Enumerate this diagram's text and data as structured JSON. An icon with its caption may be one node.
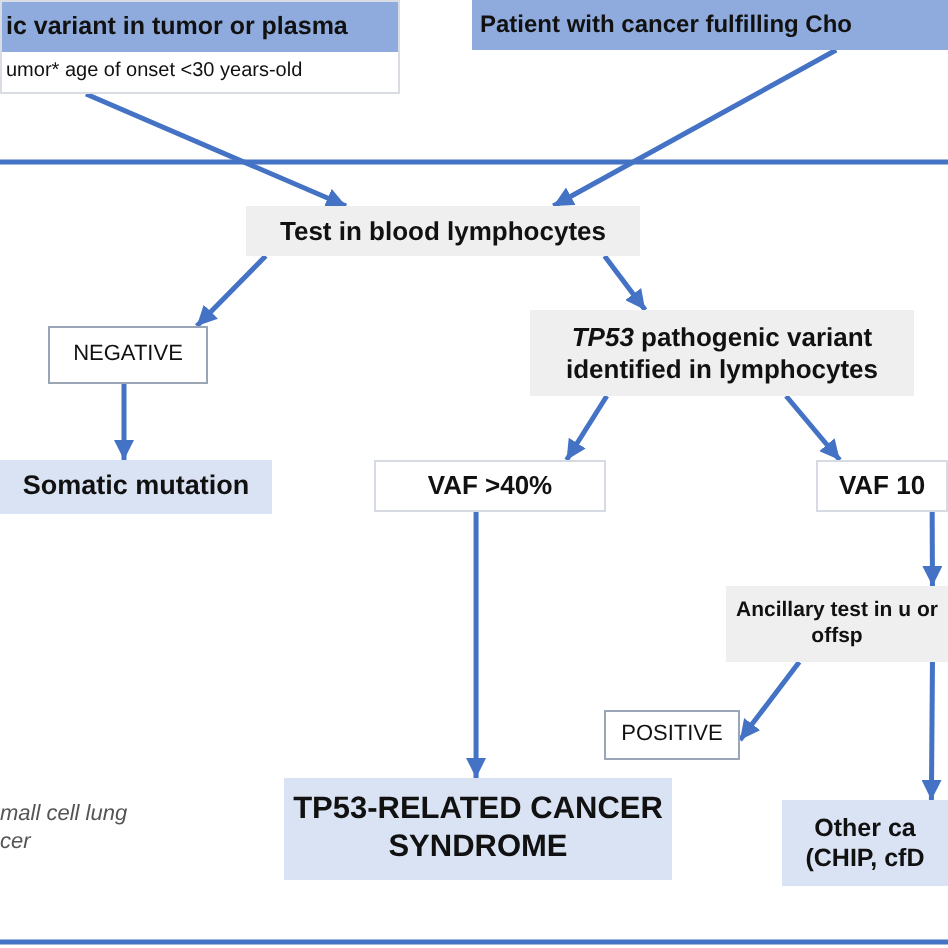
{
  "diagram": {
    "nodes": [
      {
        "text": [
          "ic variant in tumor or plasma",
          "umor* age of onset <30 years-old"
        ]
      },
      {
        "text": [
          "Patient with cancer fulfilling Cho"
        ]
      },
      {
        "text": [
          "Test in blood lymphocytes"
        ]
      },
      {
        "text": [
          "NEGATIVE"
        ]
      },
      {
        "text": [
          "*TP53* pathogenic variant identified in lymphocytes"
        ]
      },
      {
        "text": [
          "Somatic mutation"
        ]
      },
      {
        "text": [
          "VAF >40%"
        ]
      },
      {
        "text": [
          "VAF 10"
        ]
      },
      {
        "text": [
          "Ancillary test in u or offsp"
        ]
      },
      {
        "text": [
          "POSITIVE"
        ]
      },
      {
        "text": [
          "TP53-RELATED CANCER SYNDROME"
        ]
      },
      {
        "text": [
          "Other ca (CHIP, cfD"
        ]
      }
    ],
    "edges": [
      {
        "from": 0,
        "to": 2,
        "arrow": "to"
      },
      {
        "from": 1,
        "to": 2,
        "arrow": "to"
      },
      {
        "from": 2,
        "to": 3,
        "arrow": "to"
      },
      {
        "from": 2,
        "to": 4,
        "arrow": "to"
      },
      {
        "from": 3,
        "to": 5,
        "arrow": "to"
      },
      {
        "from": 4,
        "to": 6,
        "arrow": "to"
      },
      {
        "from": 4,
        "to": 7,
        "arrow": "to"
      },
      {
        "from": 6,
        "to": 10,
        "arrow": "to"
      },
      {
        "from": 7,
        "to": 8,
        "arrow": "to"
      },
      {
        "from": 8,
        "to": 9,
        "arrow": "to"
      },
      {
        "from": 8,
        "to": 11,
        "arrow": "to"
      }
    ],
    "labels": [
      "mall cell lung cer"
    ]
  }
}
